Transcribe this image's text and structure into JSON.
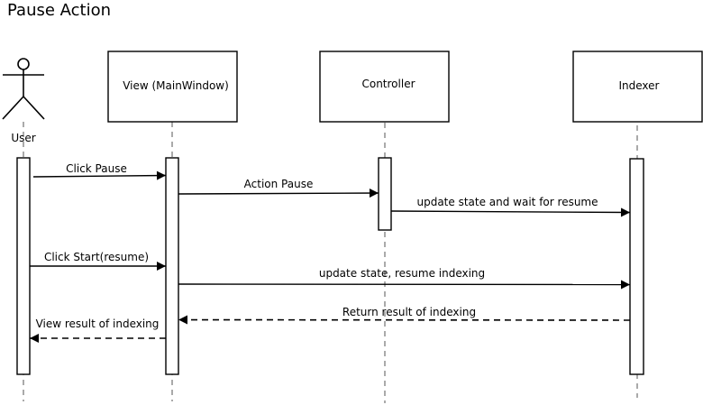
{
  "title": "Pause Action",
  "actors": {
    "user": "User",
    "view": "View (MainWindow)",
    "controller": "Controller",
    "indexer": "Indexer"
  },
  "messages": {
    "click_pause": "Click Pause",
    "action_pause": "Action Pause",
    "update_wait": "update state and wait for resume",
    "click_start": "Click Start(resume)",
    "update_resume": "update state, resume indexing",
    "return_result": "Return result of indexing",
    "view_result": "View result of indexing"
  }
}
